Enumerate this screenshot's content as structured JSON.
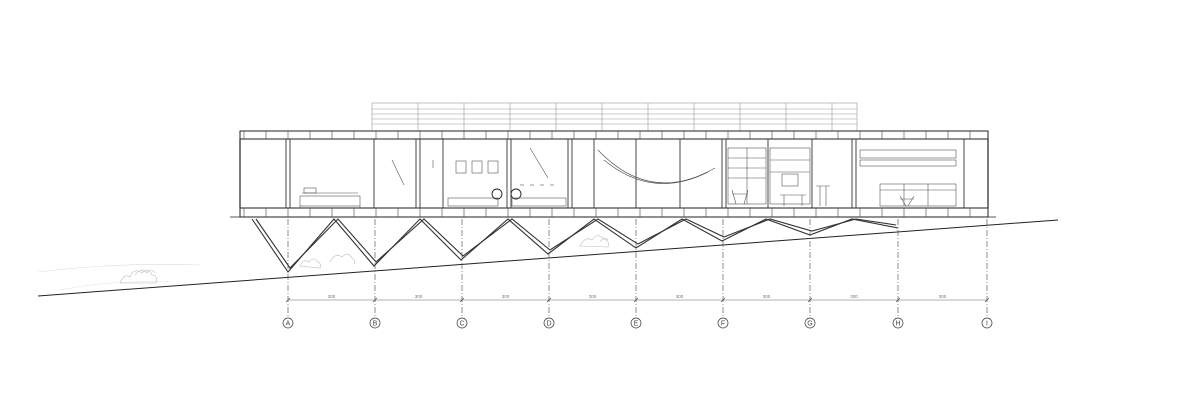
{
  "drawing": {
    "grid_labels": [
      "A",
      "B",
      "C",
      "D",
      "E",
      "F",
      "G",
      "H",
      "I"
    ],
    "dimension_labels": [
      "300",
      "300",
      "300",
      "300",
      "300",
      "300",
      "300",
      "300"
    ]
  }
}
